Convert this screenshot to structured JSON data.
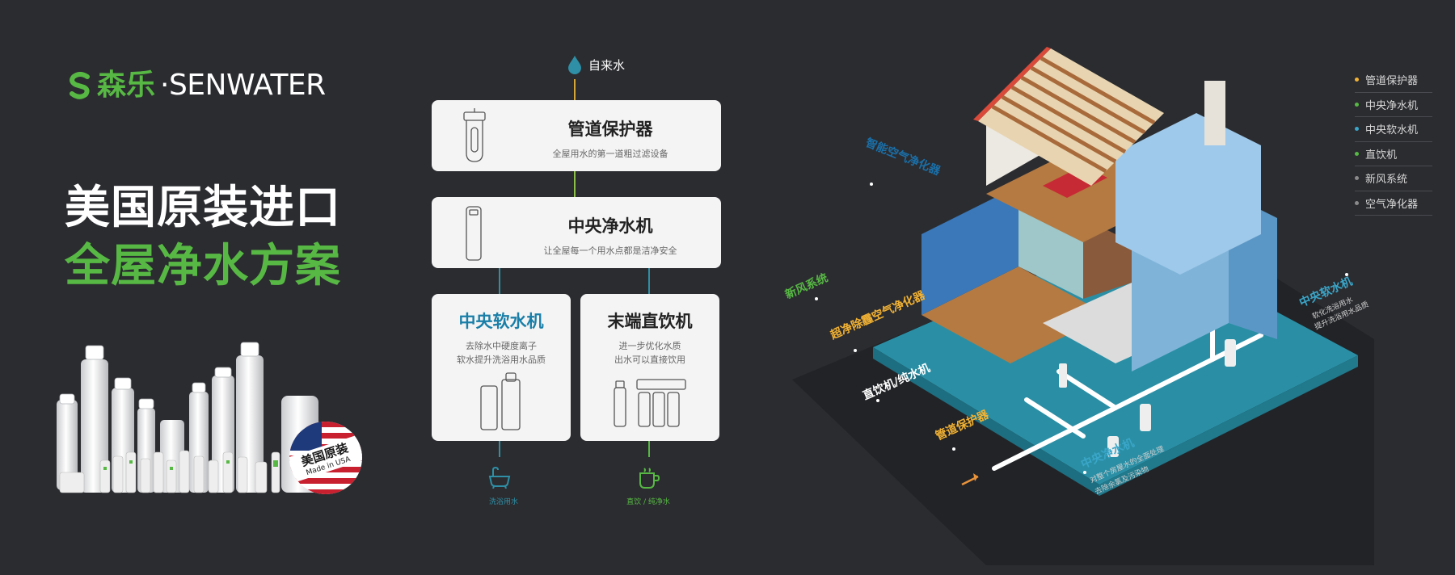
{
  "brand": {
    "logo_cn": "森乐",
    "logo_en": "·SENWATER"
  },
  "headline": {
    "line1": "美国原装进口",
    "line2": "全屋净水方案"
  },
  "badge": {
    "cn": "美国原装",
    "en": "Made in USA"
  },
  "flow": {
    "source_label": "自来水",
    "cards": [
      {
        "title": "管道保护器",
        "desc": "全屋用水的第一道粗过滤设备"
      },
      {
        "title": "中央净水机",
        "desc": "让全屋每一个用水点都是洁净安全"
      },
      {
        "title": "中央软水机",
        "desc_line1": "去除水中硬度离子",
        "desc_line2": "软水提升洗浴用水品质"
      },
      {
        "title": "末端直饮机",
        "desc_line1": "进一步优化水质",
        "desc_line2": "出水可以直接饮用"
      }
    ],
    "endpoints": [
      {
        "label": "洗浴用水"
      },
      {
        "label": "直饮 / 纯净水"
      }
    ]
  },
  "house_labels": [
    {
      "title": "智能空气净化器"
    },
    {
      "title": "新风系统"
    },
    {
      "title": "超净除霾空气净化器"
    },
    {
      "title": "直饮机/纯水机"
    },
    {
      "title": "管道保护器"
    },
    {
      "title": "中央净水机",
      "sub1": "对整个房屋水的全面处理",
      "sub2": "去除余氯及污染物"
    },
    {
      "title": "中央软水机",
      "sub1": "软化洗浴用水",
      "sub2": "提升洗浴用水品质"
    }
  ],
  "legend": [
    {
      "label": "管道保护器",
      "color": "#f2b233"
    },
    {
      "label": "中央净水机",
      "color": "#57b844"
    },
    {
      "label": "中央软水机",
      "color": "#3aa6c9"
    },
    {
      "label": "直饮机",
      "color": "#57b844"
    },
    {
      "label": "新风系统",
      "color": "#8a8a8a"
    },
    {
      "label": "空气净化器",
      "color": "#8a8a8a"
    }
  ],
  "colors": {
    "brand_green": "#57b844",
    "teal": "#2e8fa6",
    "accent_blue": "#1a6fa8",
    "background": "#2b2c30"
  }
}
